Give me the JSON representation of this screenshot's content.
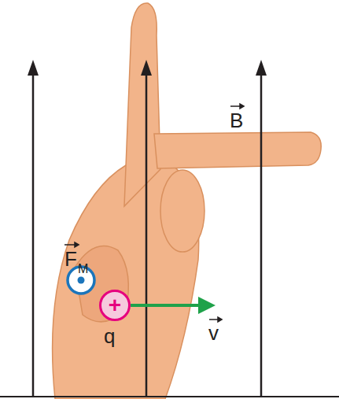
{
  "diagram": {
    "nodes": [
      {
        "text": [
          "+"
        ]
      }
    ],
    "labels": [
      "F",
      "M",
      "q",
      "v",
      "B"
    ]
  }
}
